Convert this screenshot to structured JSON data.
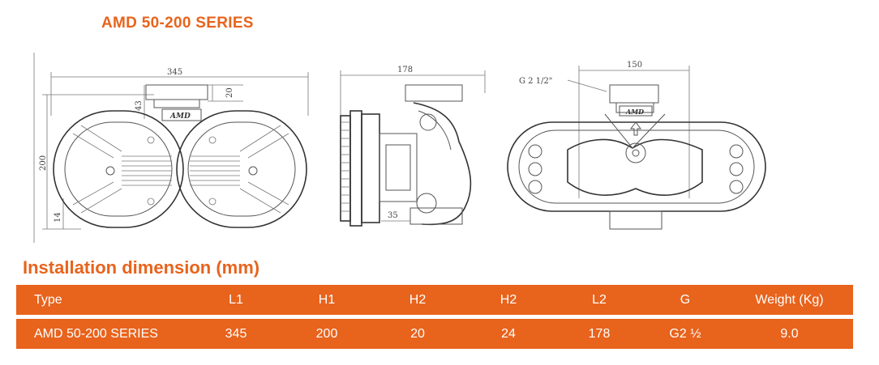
{
  "series_title": "AMD 50-200 SERIES",
  "section_title": "Installation dimension (mm)",
  "drawing": {
    "brand_mark": "AMD",
    "dim_345": "345",
    "dim_200": "200",
    "dim_43": "43",
    "dim_20": "20",
    "dim_14": "14",
    "dim_178": "178",
    "dim_35": "35",
    "dim_150": "150",
    "thread_label": "G 2 1/2\""
  },
  "table": {
    "headers": [
      "Type",
      "L1",
      "H1",
      "H2",
      "H2",
      "L2",
      "G",
      "Weight (Kg)"
    ],
    "rows": [
      [
        "AMD 50-200 SERIES",
        "345",
        "200",
        "20",
        "24",
        "178",
        "G2 ½",
        "9.0"
      ]
    ]
  },
  "colors": {
    "accent": "#e8631c",
    "line": "#555555"
  }
}
